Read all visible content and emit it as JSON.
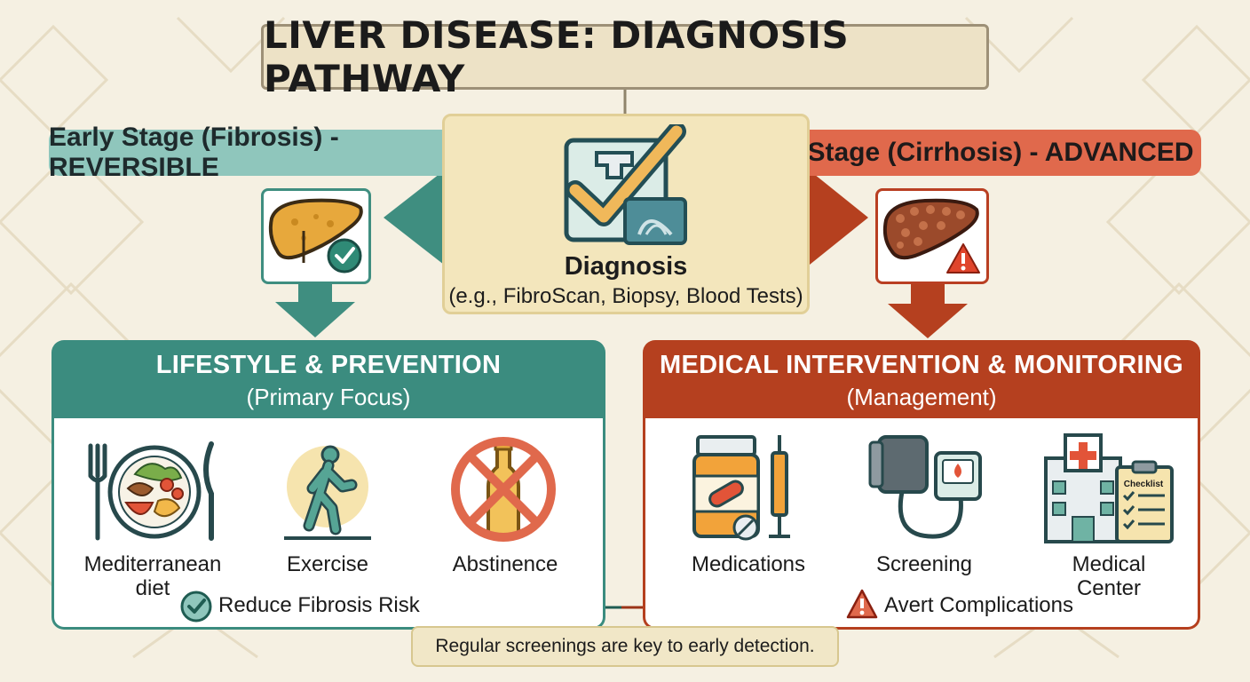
{
  "title": "LIVER DISEASE: DIAGNOSIS PATHWAY",
  "early_stage": "Early Stage (Fibrosis) - REVERSIBLE",
  "late_stage": "Late Stage (Cirrhosis) - ADVANCED",
  "diagnosis": {
    "label": "Diagnosis",
    "examples": "(e.g., FibroScan, Biopsy, Blood Tests)"
  },
  "lifestyle": {
    "title": "LIFESTYLE & PREVENTION",
    "subtitle": "(Primary Focus)",
    "items": [
      "Mediterranean diet",
      "Exercise",
      "Abstinence"
    ],
    "outcome": "Reduce Fibrosis Risk"
  },
  "medical": {
    "title": "MEDICAL INTERVENTION & MONITORING",
    "subtitle": "(Management)",
    "items": [
      "Medications",
      "Screening",
      "Medical Center"
    ],
    "clipboard_label": "Checklist",
    "outcome": "Avert Complications"
  },
  "footer": "Regular screenings are key to early detection.",
  "colors": {
    "teal": "#3b8c7f",
    "teal_light": "#8fc6bc",
    "red": "#b5401f",
    "orange": "#e0694c",
    "cream": "#f3e6bc"
  },
  "icons": [
    "checkmark-monitor-icon",
    "healthy-liver-icon",
    "cirrhotic-liver-icon",
    "warning-icon",
    "plate-icon",
    "walking-person-icon",
    "no-alcohol-icon",
    "pill-bottle-icon",
    "syringe-icon",
    "blood-pressure-icon",
    "hospital-icon",
    "clipboard-icon"
  ]
}
